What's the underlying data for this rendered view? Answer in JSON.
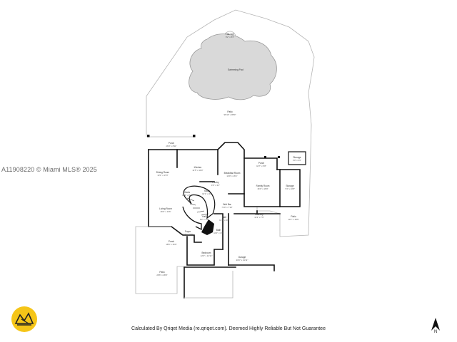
{
  "watermark": "A11908220 © Miami MLS® 2025",
  "footer": "Calculated By Qriqet Media (re.qriqet.com). Deemed Highly Reliable But Not Guarantee",
  "north_label": "N",
  "colors": {
    "wall": "#111111",
    "outline": "#b5b5b5",
    "pool": "#d9d9d9",
    "logo": "#f5c518"
  },
  "rooms": {
    "hot_tub": {
      "name": "Hot Tub",
      "dim": "8'2\" x 8'2\""
    },
    "pool": {
      "name": "Swimming Pool"
    },
    "patio_top": {
      "name": "Patio",
      "dim": "96'10\" x 88'0\""
    },
    "porch_left": {
      "name": "Porch",
      "dim": "26'0\" x 8'11\""
    },
    "porch_right": {
      "name": "Porch",
      "dim": "10'7\" x 5'8\""
    },
    "storage_top": {
      "name": "Storage",
      "dim": "3'0\" x 3'0\""
    },
    "kitchen": {
      "name": "Kitchen",
      "dim": "11'5\" x 14'0\""
    },
    "breakfast": {
      "name": "Breakfast Room",
      "dim": "14'9\" x 16'1\""
    },
    "dining": {
      "name": "Dining Room",
      "dim": "13'1\" x 17'0\""
    },
    "family": {
      "name": "Family Room",
      "dim": "16'0\" x 16'9\""
    },
    "storage_mid": {
      "name": "Storage",
      "dim": "7'4\" x 10'8\""
    },
    "stairs_left": {
      "name": "Stairs",
      "dim": "10'0\" x 8'1\""
    },
    "stairs_right": {
      "name": "Stairs",
      "dim": "10'1\" x 4'6\""
    },
    "pantry": {
      "name": "Pantry",
      "dim": "4'0\" x 3'1\""
    },
    "wet_bar": {
      "name": "Wet Bar",
      "dim": "7'10\" x 7'10\""
    },
    "living": {
      "name": "Living Room",
      "dim": "16'0\" x 11'6\""
    },
    "laundry": {
      "name": "Laundry",
      "dim": "11'2\" x 7'6\""
    },
    "patio_right": {
      "name": "Patio",
      "dim": "10'7\" x 18'5\""
    },
    "hall": {
      "name": "Hall",
      "dim": "5'2\" x 3'5\""
    },
    "hall2": {
      "name": "Hall",
      "dim": "13'8\" x 4'0\""
    },
    "foyer": {
      "name": "Foyer",
      "dim": "16'8\" x 10'5\""
    },
    "bath": {
      "name": "Bath",
      "dim": "10'3\" x 4'0\""
    },
    "porch_bottom": {
      "name": "Porch",
      "dim": "18'5\" x 16'9\""
    },
    "bedroom": {
      "name": "Bedroom",
      "dim": "12'0\" x 12'11\""
    },
    "garage": {
      "name": "Garage",
      "dim": "20'0\" x 21'11\""
    },
    "patio_bottom": {
      "name": "Patio",
      "dim": "29'6\" x 28'0\""
    }
  }
}
